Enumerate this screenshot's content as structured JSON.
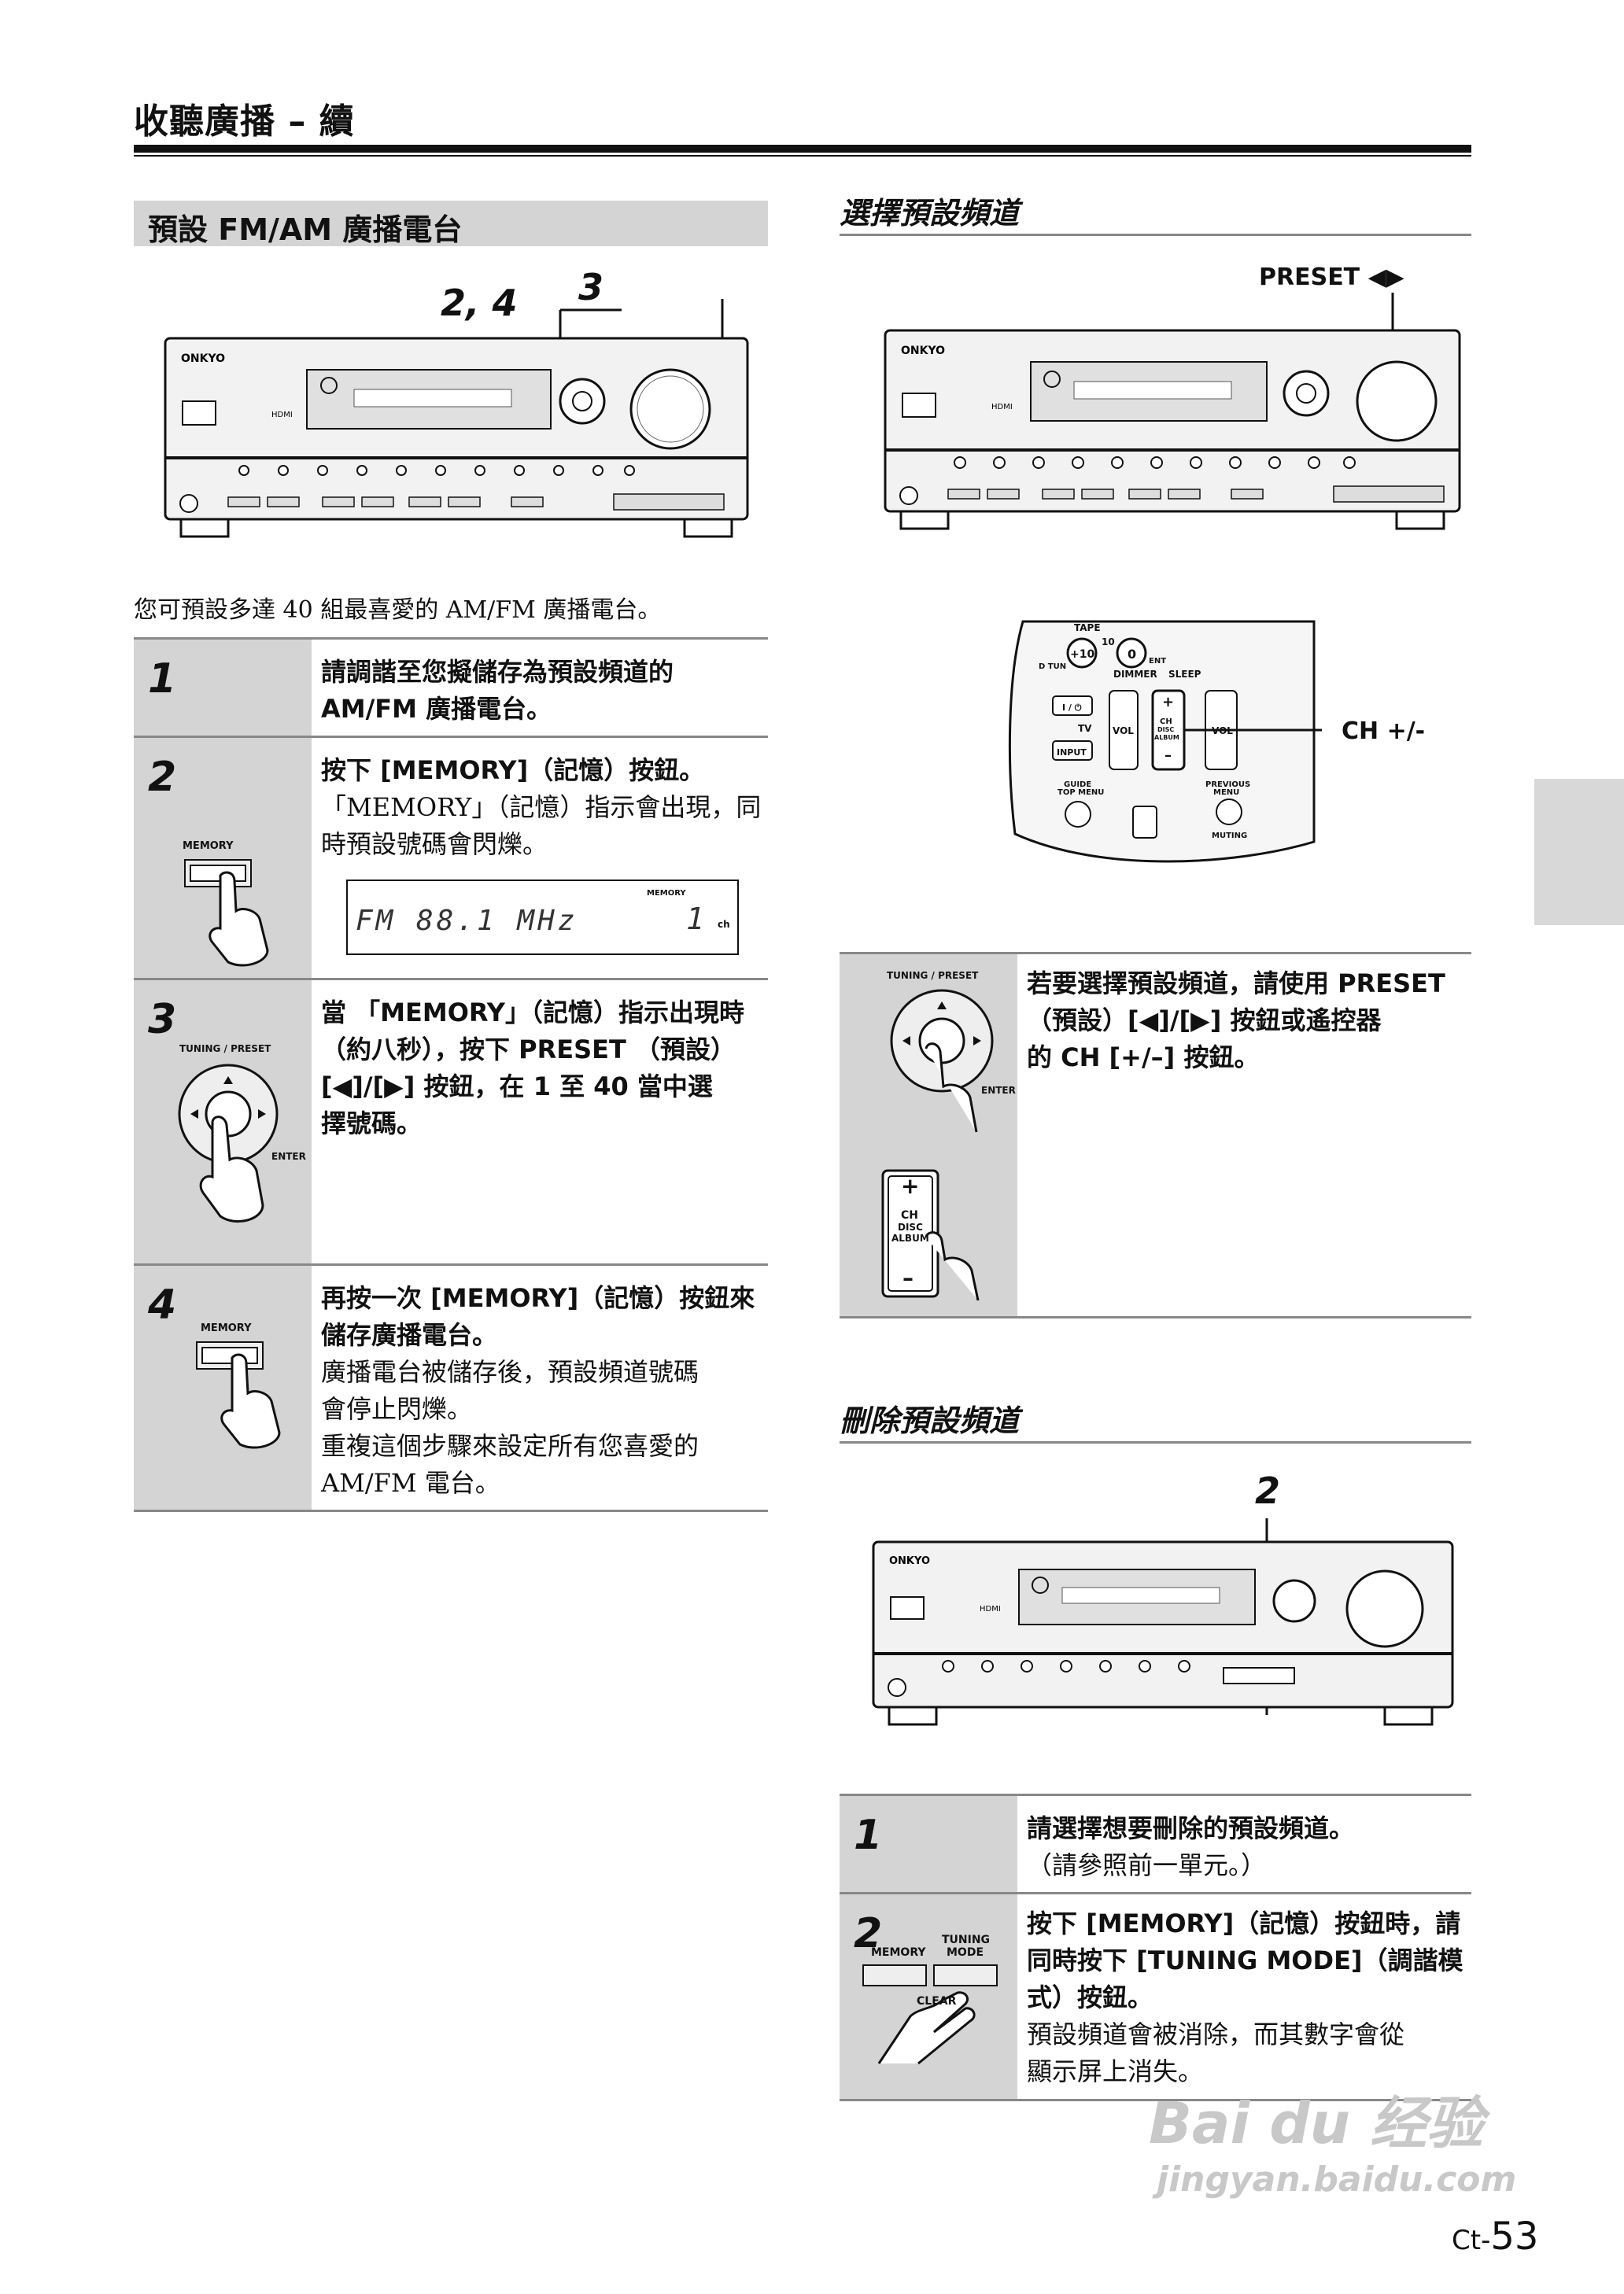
{
  "header": {
    "title": "收聽廣播 – 續"
  },
  "left": {
    "section_title": "預設 FM/AM 廣播電台",
    "callout_24": "2, 4",
    "callout_3": "3",
    "intro": "您可預設多達 40 組最喜愛的 AM/FM 廣播電台。",
    "steps": [
      {
        "num": "1",
        "lines_bold": [
          "請調諧至您擬儲存為預設頻道的",
          "AM/FM 廣播電台。"
        ],
        "lines_normal": []
      },
      {
        "num": "2",
        "button_label": "MEMORY",
        "lines_bold": [
          "按下 [MEMORY]（記憶）按鈕。"
        ],
        "lines_normal": [
          "「MEMORY」（記憶）指示會出現，同",
          "時預設號碼會閃爍。"
        ],
        "display": {
          "text": "FM   88.1 MHz",
          "memory": "MEMORY",
          "preset": "1",
          "ch": "ch"
        }
      },
      {
        "num": "3",
        "button_label": "TUNING / PRESET",
        "enter_label": "ENTER",
        "lines_bold": [
          "當 「MEMORY」（記憶）指示出現時",
          "（約八秒），按下 PRESET （預設）",
          "[◀]/[▶] 按鈕，在 1 至 40 當中選",
          "擇號碼。"
        ],
        "lines_normal": []
      },
      {
        "num": "4",
        "button_label": "MEMORY",
        "lines_bold": [
          "再按一次 [MEMORY]（記憶）按鈕來",
          "儲存廣播電台。"
        ],
        "lines_normal": [
          "廣播電台被儲存後，預設頻道號碼",
          "會停止閃爍。",
          "重複這個步驟來設定所有您喜愛的",
          "AM/FM 電台。"
        ]
      }
    ]
  },
  "right": {
    "select_title": "選擇預設頻道",
    "preset_label": "PRESET ◀▶",
    "ch_label": "CH +/-",
    "remote_labels": {
      "tape": "TAPE",
      "plus10": "+10",
      "ten": "10",
      "zero": "0",
      "dtun": "D TUN",
      "ent": "ENT",
      "dimmer": "DIMMER",
      "sleep": "SLEEP",
      "tv": "TV",
      "vol": "VOL",
      "input": "INPUT",
      "ch": "CH",
      "disc": "DISC",
      "album": "ALBUM",
      "guide": "GUIDE",
      "top_menu": "TOP MENU",
      "previous": "PREVIOUS",
      "menu": "MENU",
      "muting": "MUTING",
      "power": "I / ⏻"
    },
    "select_step": {
      "button_label": "TUNING / PRESET",
      "enter_label": "ENTER",
      "lines": [
        "若要選擇預設頻道，請使用 PRESET",
        "（預設）[◀]/[▶] 按鈕或遙控器",
        "的 CH [+/–] 按鈕。"
      ],
      "ch_button": {
        "plus": "+",
        "ch": "CH",
        "disc": "DISC",
        "album": "ALBUM",
        "minus": "–"
      }
    },
    "delete_title": "刪除預設頻道",
    "callout_2": "2",
    "delete_steps": [
      {
        "num": "1",
        "lines_bold": [
          "請選擇想要刪除的預設頻道。"
        ],
        "lines_normal": [
          "（請參照前一單元。）"
        ]
      },
      {
        "num": "2",
        "memory_label": "MEMORY",
        "tuning_label": "TUNING",
        "mode_label": "MODE",
        "clear_label": "CLEAR",
        "lines_bold": [
          "按下 [MEMORY]（記憶）按鈕時，請",
          "同時按下 [TUNING MODE]（調諧模",
          "式）按鈕。"
        ],
        "lines_normal": [
          "預設頻道會被消除，而其數字會從",
          "顯示屏上消失。"
        ]
      }
    ]
  },
  "receiver": {
    "brand": "ONKYO",
    "hdmi": "HDMI"
  },
  "watermark": {
    "line1": "Bai du 经验",
    "line2": "jingyan.baidu.com"
  },
  "footer": {
    "prefix": "Ct-",
    "page": "53"
  }
}
